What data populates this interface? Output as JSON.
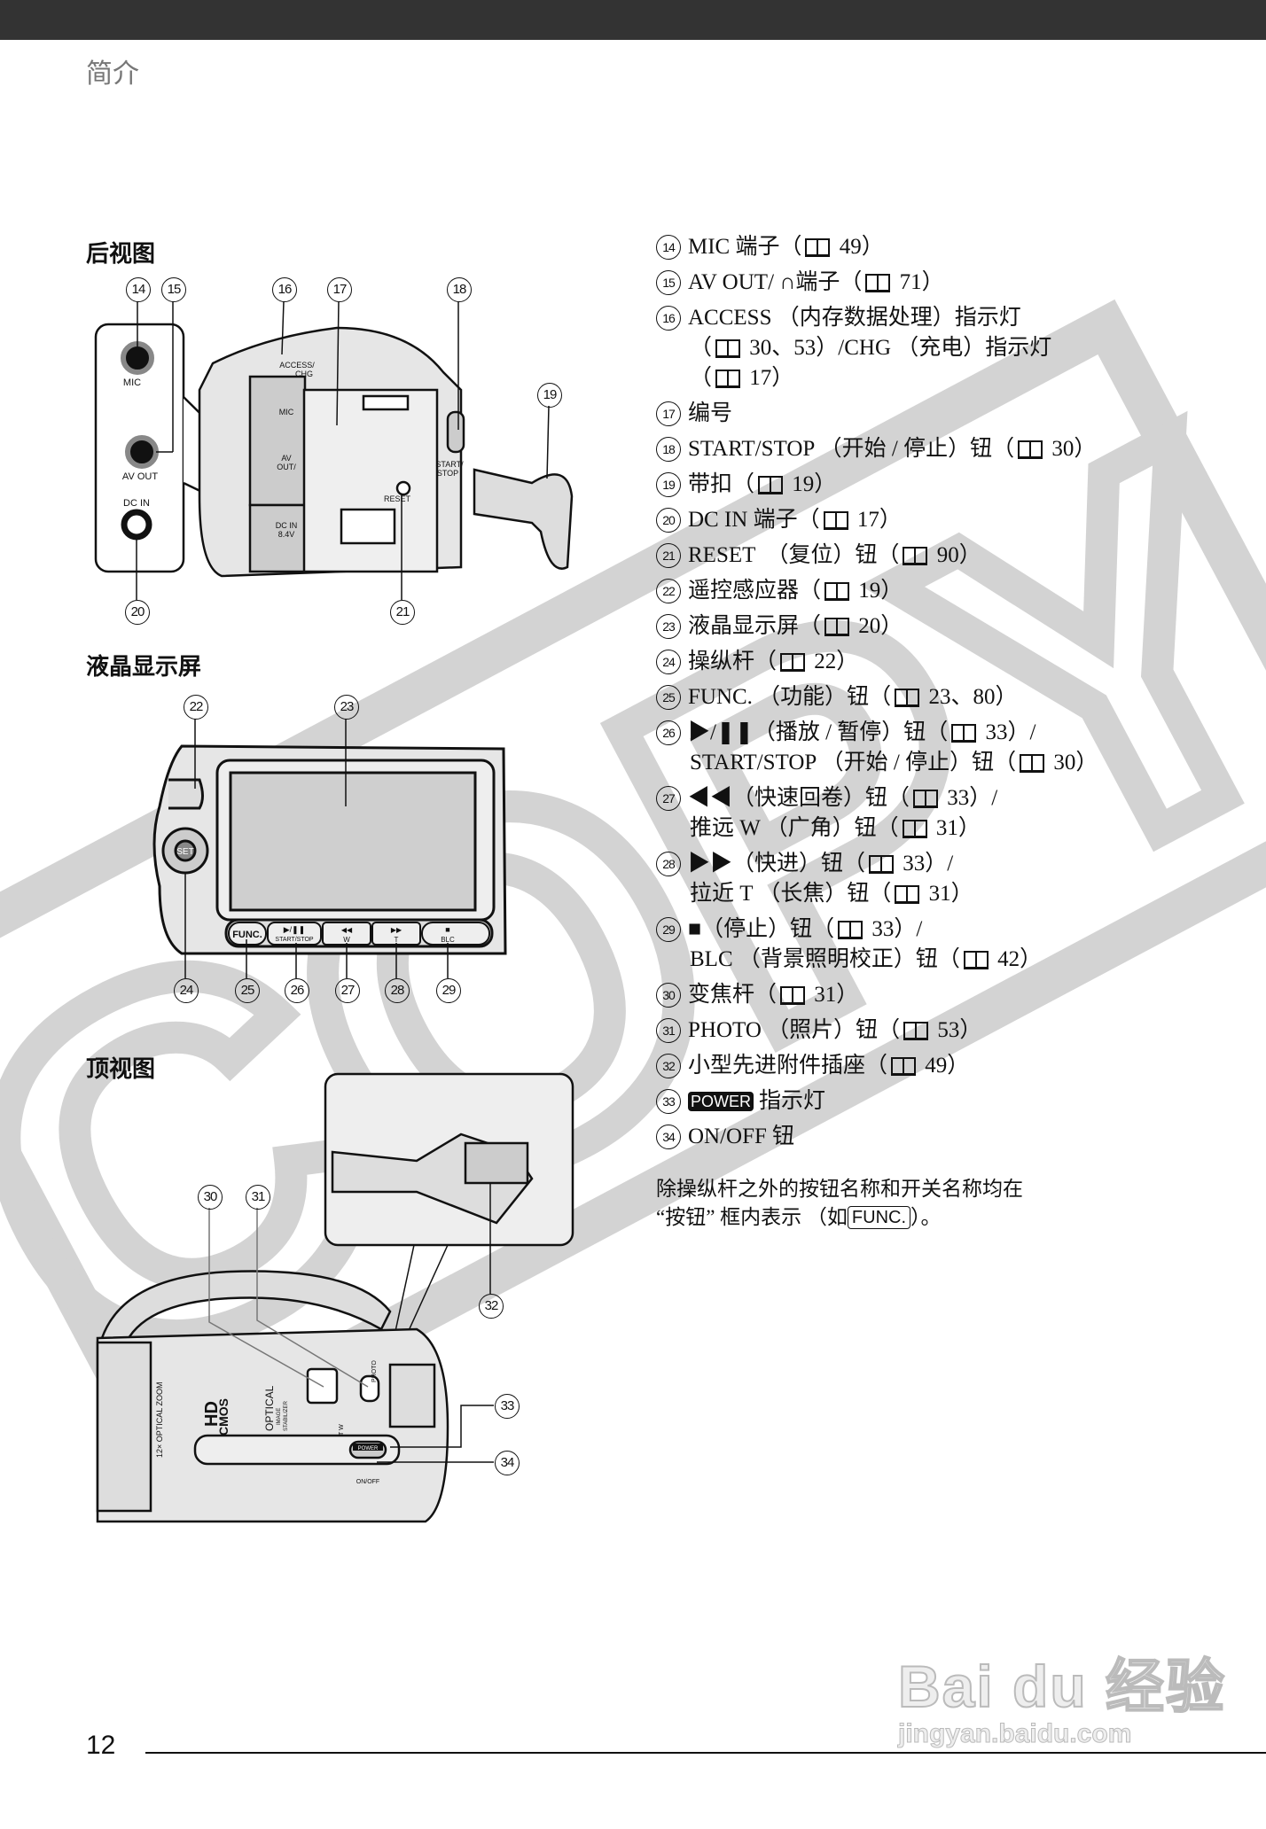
{
  "header": {
    "section": "简介"
  },
  "headings": {
    "rear": "后视图",
    "lcd": "液晶显示屏",
    "top": "顶视图"
  },
  "rear_labels": {
    "mic": "MIC",
    "av_out": "AV OUT",
    "dc_in": "DC IN",
    "access": "ACCESS/",
    "chg": "CHG",
    "mic2": "MIC",
    "av": "AV",
    "out": "OUT/",
    "dcin2": "DC IN",
    "volt": "8.4V",
    "start": "START/",
    "stop": "STOP",
    "reset": "RESET"
  },
  "lcd_labels": {
    "set": "SET",
    "func": "FUNC.",
    "play": "▶/❚❚",
    "startstop": "START/STOP",
    "rew": "◀◀",
    "w": "W",
    "ff": "▶▶",
    "t": "T",
    "stopsym": "■",
    "blc": "BLC"
  },
  "top_labels": {
    "zoom": "12× OPTICAL ZOOM",
    "hd": "HD",
    "cmos": "CMOS",
    "optical": "OPTICAL",
    "image": "IMAGE",
    "stab": "STABILIZER",
    "photo": "PHOTO",
    "power": "POWER",
    "onoff": "ON/OFF",
    "tw": "T  W"
  },
  "callouts": {
    "rear": [
      "14",
      "15",
      "16",
      "17",
      "18",
      "19",
      "20",
      "21"
    ],
    "lcd": [
      "22",
      "23",
      "24",
      "25",
      "26",
      "27",
      "28",
      "29"
    ],
    "top": [
      "30",
      "31",
      "32",
      "33",
      "34"
    ]
  },
  "items": [
    {
      "num": "14",
      "lines": [
        [
          {
            "t": "MIC 端子（"
          },
          {
            "icon": "book"
          },
          {
            "t": " 49）"
          }
        ]
      ]
    },
    {
      "num": "15",
      "lines": [
        [
          {
            "t": "AV OUT/ "
          },
          {
            "t": "∩"
          },
          {
            "t": "端子（"
          },
          {
            "icon": "book"
          },
          {
            "t": " 71）"
          }
        ]
      ]
    },
    {
      "num": "16",
      "lines": [
        [
          {
            "t": "ACCESS （内存数据处理）指示灯"
          }
        ],
        [
          {
            "t": "（"
          },
          {
            "icon": "book"
          },
          {
            "t": " 30、53）/CHG （充电）指示灯"
          }
        ],
        [
          {
            "t": "（"
          },
          {
            "icon": "book"
          },
          {
            "t": " 17）"
          }
        ]
      ]
    },
    {
      "num": "17",
      "lines": [
        [
          {
            "t": "编号"
          }
        ]
      ]
    },
    {
      "num": "18",
      "lines": [
        [
          {
            "t": "START/STOP （开始 / 停止）钮（"
          },
          {
            "icon": "book"
          },
          {
            "t": " 30）"
          }
        ]
      ]
    },
    {
      "num": "19",
      "lines": [
        [
          {
            "t": "带扣（"
          },
          {
            "icon": "book"
          },
          {
            "t": " 19）"
          }
        ]
      ]
    },
    {
      "num": "20",
      "lines": [
        [
          {
            "t": "DC IN 端子（"
          },
          {
            "icon": "book"
          },
          {
            "t": " 17）"
          }
        ]
      ]
    },
    {
      "num": "21",
      "lines": [
        [
          {
            "t": "RESET  （复位）钮（"
          },
          {
            "icon": "book"
          },
          {
            "t": " 90）"
          }
        ]
      ]
    },
    {
      "num": "22",
      "lines": [
        [
          {
            "t": "遥控感应器（"
          },
          {
            "icon": "book"
          },
          {
            "t": " 19）"
          }
        ]
      ]
    },
    {
      "num": "23",
      "lines": [
        [
          {
            "t": "液晶显示屏（"
          },
          {
            "icon": "book"
          },
          {
            "t": " 20）"
          }
        ]
      ]
    },
    {
      "num": "24",
      "lines": [
        [
          {
            "t": "操纵杆（"
          },
          {
            "icon": "book"
          },
          {
            "t": " 22）"
          }
        ]
      ]
    },
    {
      "num": "25",
      "lines": [
        [
          {
            "t": "FUNC. （功能）钮（"
          },
          {
            "icon": "book"
          },
          {
            "t": " 23、80）"
          }
        ]
      ]
    },
    {
      "num": "26",
      "lines": [
        [
          {
            "t": "▶/❚❚（播放 / 暂停）钮（"
          },
          {
            "icon": "book"
          },
          {
            "t": " 33）/"
          }
        ],
        [
          {
            "t": "START/STOP （开始 / 停止）钮（"
          },
          {
            "icon": "book"
          },
          {
            "t": " 30）"
          }
        ]
      ]
    },
    {
      "num": "27",
      "lines": [
        [
          {
            "t": "◀◀（快速回卷）钮（"
          },
          {
            "icon": "book"
          },
          {
            "t": " 33）/"
          }
        ],
        [
          {
            "t": "推远 W （广角）钮（"
          },
          {
            "icon": "book"
          },
          {
            "t": " 31）"
          }
        ]
      ]
    },
    {
      "num": "28",
      "lines": [
        [
          {
            "t": "▶▶（快进）钮（"
          },
          {
            "icon": "book"
          },
          {
            "t": " 33）/"
          }
        ],
        [
          {
            "t": "拉近 T （长焦）钮（"
          },
          {
            "icon": "book"
          },
          {
            "t": " 31）"
          }
        ]
      ]
    },
    {
      "num": "29",
      "lines": [
        [
          {
            "t": "■（停止）钮（"
          },
          {
            "icon": "book"
          },
          {
            "t": " 33）/"
          }
        ],
        [
          {
            "t": "BLC （背景照明校正）钮（"
          },
          {
            "icon": "book"
          },
          {
            "t": " 42）"
          }
        ]
      ]
    },
    {
      "num": "30",
      "lines": [
        [
          {
            "t": "变焦杆（"
          },
          {
            "icon": "book"
          },
          {
            "t": " 31）"
          }
        ]
      ]
    },
    {
      "num": "31",
      "lines": [
        [
          {
            "t": "PHOTO （照片）钮（"
          },
          {
            "icon": "book"
          },
          {
            "t": " 53）"
          }
        ]
      ]
    },
    {
      "num": "32",
      "lines": [
        [
          {
            "t": "小型先进附件插座（"
          },
          {
            "icon": "book"
          },
          {
            "t": " 49）"
          }
        ]
      ]
    },
    {
      "num": "33",
      "lines": [
        [
          {
            "badge": "POWER"
          },
          {
            "t": "指示灯"
          }
        ]
      ]
    },
    {
      "num": "34",
      "lines": [
        [
          {
            "t": "ON/OFF 钮"
          }
        ]
      ]
    }
  ],
  "note": {
    "line1": "除操纵杆之外的按钮名称和开关名称均在",
    "line2_pre": "“按钮” 框内表示 （如",
    "key": "FUNC.",
    "line2_post": "）。"
  },
  "footer": {
    "page": "12"
  },
  "watermarks": {
    "copy": "COPY",
    "baidu": "Bai du 经验",
    "baidu_url": "jingyan.baidu.com"
  },
  "colors": {
    "topbar": "#333333",
    "watermark": "#d3d3d3",
    "body": "#e6e6e6"
  }
}
